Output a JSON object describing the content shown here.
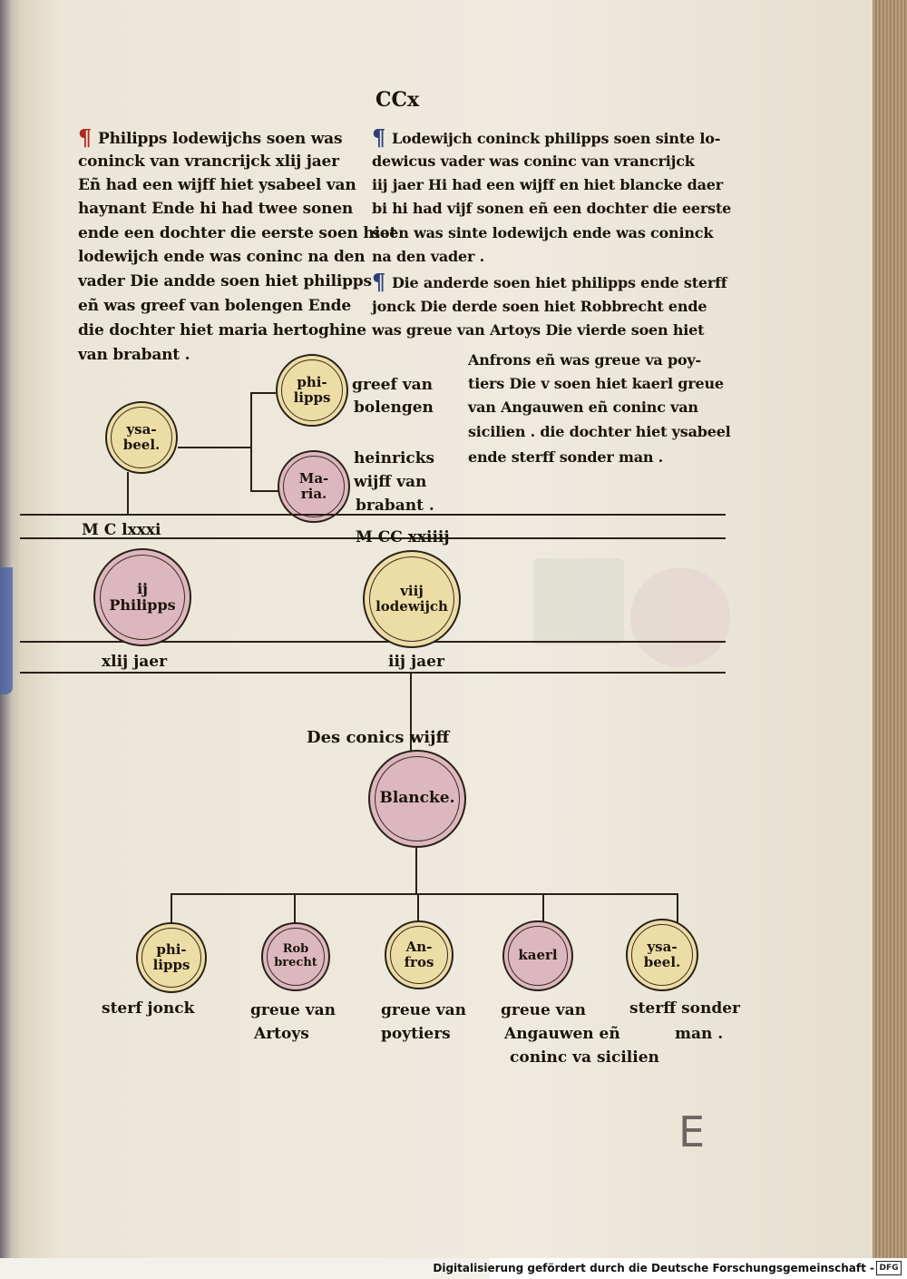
{
  "folio": "CCx",
  "left_column": {
    "lines": [
      "Philipps lodewijchs soen was",
      "coninck van vrancrijck xlij jaer",
      "Eñ had een wijff hiet ysabeel van",
      "haynant Ende hi had twee sonen",
      "ende een dochter die eerste soen hiet",
      "lodewijch ende was coninc na den",
      "vader Die andde soen hiet philipps",
      "eñ was greef van bolengen Ende",
      "die dochter hiet maria hertoghine",
      "van brabant ."
    ]
  },
  "right_column": {
    "lines": [
      "Lodewijch coninck philipps soen sinte lo-",
      "dewicus vader was coninc van vrancrijck",
      "iij jaer Hi had een wijff en hiet blancke daer",
      "bi hi had vijf sonen eñ een dochter die eerste",
      "soen was sinte lodewijch ende was coninck",
      "na den vader .",
      "Die anderde soen hiet philipps ende sterff",
      "jonck Die derde soen hiet Robbrecht ende",
      "was greue van Artoys Die vierde soen hiet",
      "Anfrons eñ was greue va poy-",
      "tiers Die v soen hiet kaerl greue",
      "van Angauwen eñ coninc van",
      "sicilien . die dochter hiet ysabeel",
      "ende sterff sonder man ."
    ]
  },
  "medallions": {
    "ysabeel_top": "ysa-\nbeel.",
    "philipps_top": "phi-\nlipps",
    "maria": "Ma-\nria.",
    "philipps_ii": "ij\nPhilipps",
    "lodewijch_viij": "viij\nlodewijch",
    "blancke": "Blancke.",
    "philipps_child": "phi-\nlipps",
    "robbrecht": "Rob\nbrecht",
    "anfros": "An-\nfros",
    "kaerl": "kaerl",
    "ysabeel_child": "ysa-\nbeel."
  },
  "captions": {
    "philipps_top_1": "greef van",
    "philipps_top_2": "bolengen",
    "maria_1": "heinricks",
    "maria_2": "wijff van",
    "maria_3": "brabant .",
    "year_left": "M C lxxxi",
    "year_right": "M CC xxiiij",
    "reign_left": "xlij jaer",
    "reign_right": "iij jaer",
    "wife_label": "Des conics wijff",
    "child1_1": "sterf jonck",
    "child2_1": "greue van",
    "child2_2": "Artoys",
    "child3_1": "greue van",
    "child3_2": "poytiers",
    "child4_1": "greue van",
    "child4_2": "Angauwen eñ",
    "child4_3": "coninc va sicilien",
    "child5_1": "sterff sonder",
    "child5_2": "man ."
  },
  "margin_mark": "E",
  "footer": {
    "text": "Digitalisierung gefördert durch die Deutsche Forschungsgemeinschaft -",
    "logo": "DFG"
  },
  "colors": {
    "paper": "#e9e3d6",
    "rubric_red": "#b0281e",
    "rubric_blue": "#2a3f78",
    "medal_yellow": "#ecdda6",
    "medal_pink": "#ddb7c0"
  }
}
